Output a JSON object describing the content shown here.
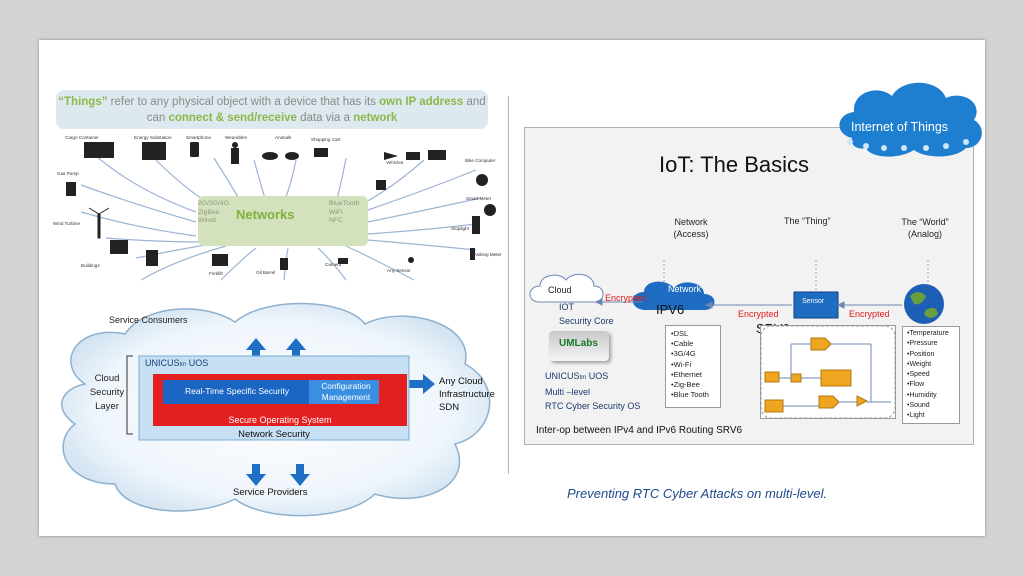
{
  "things_panel": {
    "banner_pre": "“Things”",
    "banner_mid1": " refer to any physical object with a device that has its ",
    "banner_b1": "own IP address",
    "banner_mid2": " and can ",
    "banner_b2": "connect & send/receive",
    "banner_mid3": " data via a ",
    "banner_b3": "network",
    "hub_title": "Networks",
    "hub_left": [
      "2G/3G/4G",
      "ZigBee",
      "Wired"
    ],
    "hub_right": [
      "BlueTooth",
      "WiFi",
      "NFC"
    ],
    "devices": [
      "Cargo Container",
      "Energy Substation",
      "Smartphone",
      "Wearables",
      "Animals",
      "Shopping Cart",
      "Vehicles",
      "Bike Computer",
      "Gas Pump",
      "Smart Meter",
      "Wind Turbine",
      "Stoplight",
      "Buildings",
      "Forklift",
      "Oil Barrel",
      "Camera",
      "Any Sensor",
      "Parking Meter"
    ]
  },
  "cloud_panel": {
    "service_consumers": "Service Consumers",
    "cloud_security_layer": [
      "Cloud",
      "Security",
      "Layer"
    ],
    "uos_title_a": "UNICUS",
    "uos_title_tm": "tm",
    "uos_title_b": " UOS",
    "rt_security": "Real-Time Specific Security",
    "config_mgmt": [
      "Configuration",
      "Management"
    ],
    "secure_os": "Secure Operating System",
    "network_security": "Network Security",
    "any_cloud": [
      "Any Cloud",
      "Infrastructure",
      "SDN"
    ],
    "service_providers": "Service Providers"
  },
  "iot_panel": {
    "cloud_label": "Internet of Things",
    "title": "IoT: The Basics",
    "col_network": [
      "Network",
      "(Access)"
    ],
    "col_thing": "The “Thing”",
    "col_world": [
      "The “World”",
      "(Analog)"
    ],
    "ipv6": "IPV6",
    "srv6": "SRV6",
    "ip": "IP",
    "cloud": "Cloud",
    "network": "Network",
    "sensor": "Sensor",
    "encrypted1": "Encrypted",
    "encrypted2": "Encrypted",
    "encrypted3": "Encrypted",
    "iot_sec": [
      "IOT",
      "Security Core"
    ],
    "logo": "UMLabs",
    "uos_a": "UNICUS",
    "uos_tm": "tm",
    "uos_b": " UOS",
    "multi": "Multi –level",
    "rtc_os": "RTC Cyber Security OS",
    "network_list": [
      "DSL",
      "Cable",
      "3G/4G",
      "Wi-Fi",
      "Ethernet",
      "Zig-Bee",
      "Blue Tooth"
    ],
    "sensor_list": [
      "Temperature",
      "Pressure",
      "Position",
      "Weight",
      "Speed",
      "Flow",
      "Humidity",
      "Sound",
      "Light"
    ],
    "interop": "Inter-op between IPv4 and IPv6 Routing SRV6"
  },
  "caption": "Preventing RTC Cyber Attacks on multi-level.",
  "colors": {
    "green": "#8cb84a",
    "blue": "#1f6fc4",
    "red": "#e21b1b",
    "orange": "#f0a520",
    "cloud": "#1e7fd0"
  }
}
